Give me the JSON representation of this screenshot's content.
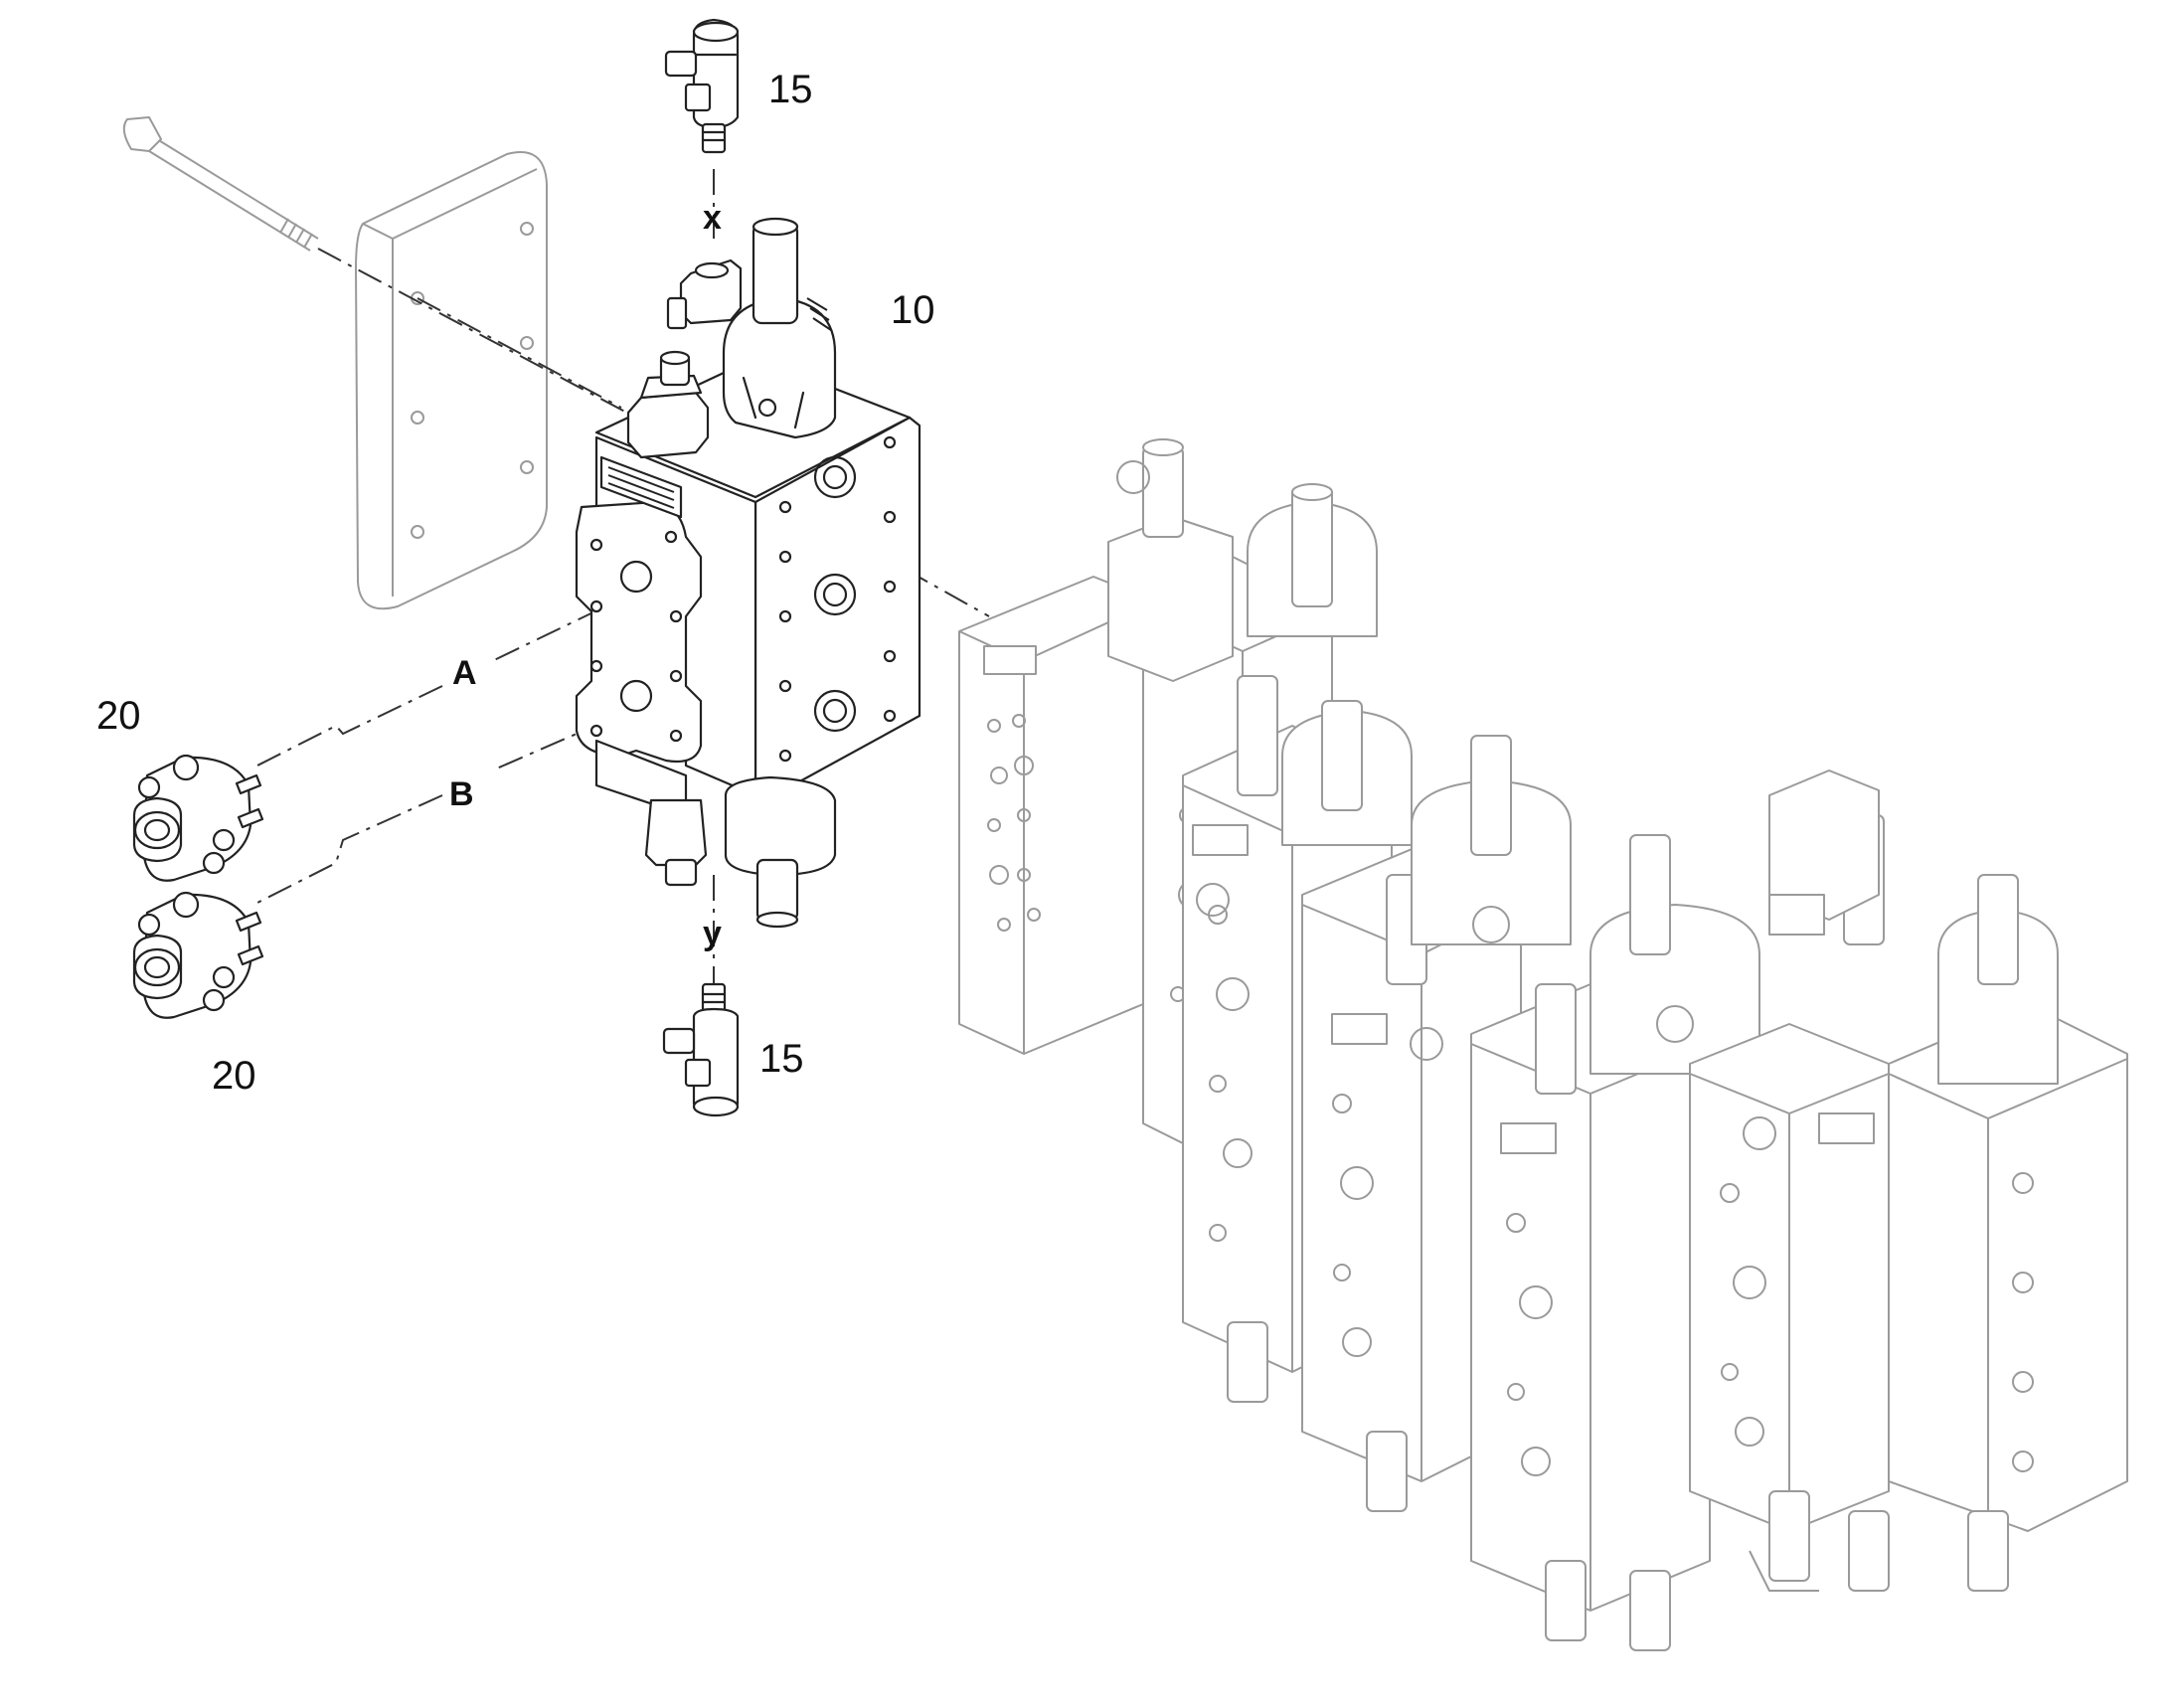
{
  "diagram": {
    "callouts": {
      "item_15_top": "15",
      "item_10": "10",
      "item_20_top": "20",
      "item_20_bottom": "20",
      "item_15_bottom": "15"
    },
    "ports": {
      "x": "x",
      "a": "A",
      "b": "B",
      "y": "y"
    }
  }
}
